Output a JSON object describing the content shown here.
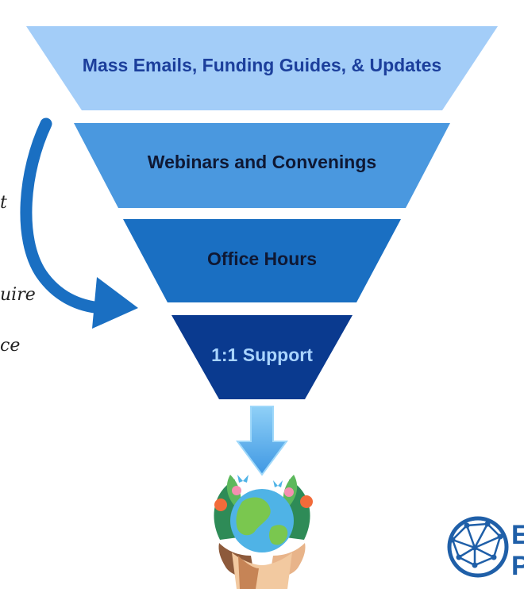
{
  "funnel": {
    "tiers": [
      {
        "label": "Mass Emails, Funding Guides, & Updates",
        "fill": "#a3cdf8",
        "text_color": "#1c3f9c"
      },
      {
        "label": "Webinars and Convenings",
        "fill": "#4a98df",
        "text_color": "#0f1833"
      },
      {
        "label": "Office Hours",
        "fill": "#1a6fc2",
        "text_color": "#0f1833"
      },
      {
        "label": "1:1 Support",
        "fill": "#0a3a8f",
        "text_color": "#a9d4ff"
      }
    ]
  },
  "side_note": {
    "fragments": [
      "t",
      "uire",
      "ce"
    ],
    "arrow_color": "#1a6fc2",
    "arrow_icon": "curved-arrow-icon"
  },
  "down_arrow": {
    "icon": "down-arrow-icon",
    "color": "#63b5ee"
  },
  "illustration": {
    "icon": "earth-in-hands-icon"
  },
  "logo": {
    "icon": "network-globe-logo-icon",
    "letters": [
      "E",
      "P"
    ],
    "color": "#1f5fa8"
  }
}
